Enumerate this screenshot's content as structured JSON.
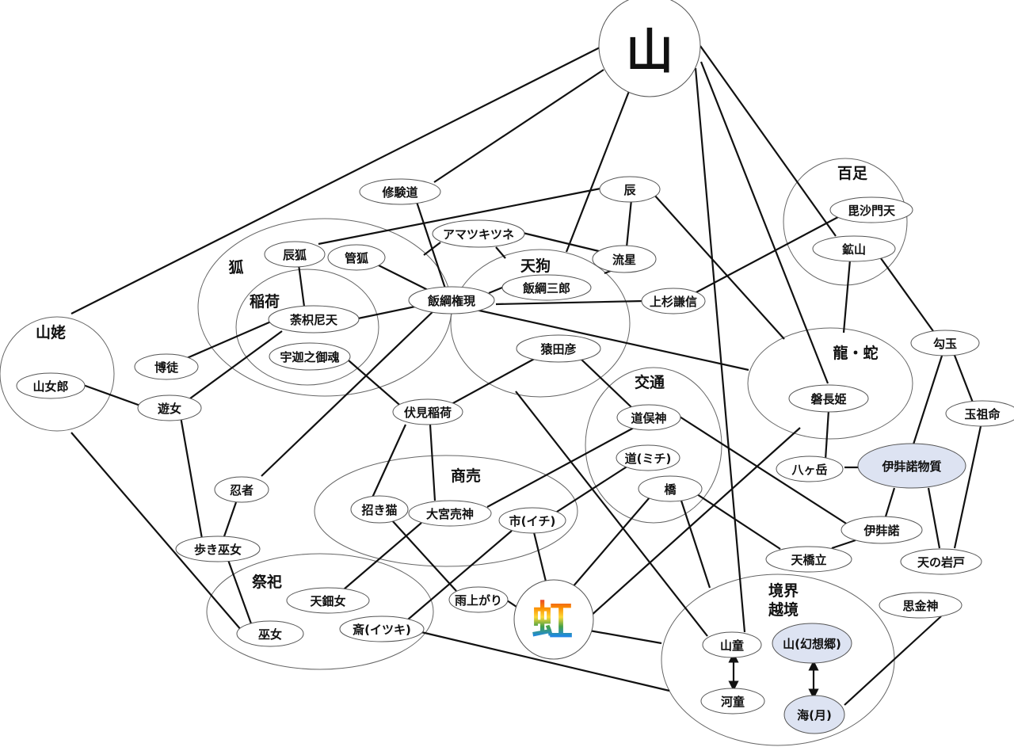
{
  "colors": {
    "highlight_fill": "#dde3f2",
    "rainbow": [
      "#e53935",
      "#fb8c00",
      "#fdd835",
      "#43a047",
      "#1e88e5",
      "#3949ab"
    ]
  },
  "groups": {
    "mountain": "山",
    "yamauba": "山姥",
    "fox": "狐",
    "inari": "稲荷",
    "tengu": "天狗",
    "hyakusoku": "百足",
    "ryuja": "龍・蛇",
    "kotsu": "交通",
    "shobai": "商売",
    "saishi": "祭祀",
    "kyokai1": "境界",
    "kyokai2": "越境",
    "rainbow": "虹"
  },
  "nodes": {
    "shugendo": "修験道",
    "tatsu": "辰",
    "amatsukitsune": "アマツキツネ",
    "tatsugitsune": "辰狐",
    "kudagitsune": "管狐",
    "ryusei": "流星",
    "izunasaburo": "飯綱三郎",
    "izunagongen": "飯綱権現",
    "uesugi": "上杉謙信",
    "dakiniten": "荼枳尼天",
    "bishamonten": "毘沙門天",
    "kozan": "鉱山",
    "magatama": "勾玉",
    "ukanomitama": "宇迦之御魂",
    "sarutahiko": "猿田彦",
    "bakuto": "博徒",
    "yamajoro": "山女郎",
    "yujo": "遊女",
    "fushimiinari": "伏見稲荷",
    "dosojin": "道俣神",
    "iwanagahime": "磐長姫",
    "tamaoya": "玉祖命",
    "michi": "道(ミチ)",
    "yatsugatake": "八ヶ岳",
    "izanagibusshitsu": "伊弉諾物質",
    "ninja": "忍者",
    "manekineko": "招き猫",
    "omiyame": "大宮売神",
    "hashi": "橋",
    "ichi": "市(イチ)",
    "izanagi": "伊弉諾",
    "arukimiko": "歩き巫女",
    "amanohashidate": "天橋立",
    "amanoiwato": "天の岩戸",
    "amenouzume": "天鈿女",
    "ameagari": "雨上がり",
    "omoikane": "思金神",
    "itsuki": "斎(イツキ)",
    "miko": "巫女",
    "yamawaro": "山童",
    "yama_gensokyo": "山(幻想郷)",
    "kappa": "河童",
    "umi_tsuki": "海(月)"
  }
}
